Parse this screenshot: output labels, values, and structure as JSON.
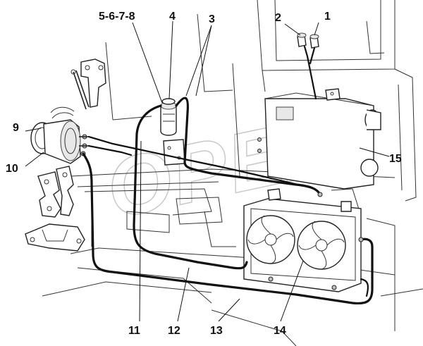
{
  "watermark": "OPEX",
  "callouts": {
    "c1": "1",
    "c2": "2",
    "c3": "3",
    "c4": "4",
    "c5678": "5-6-7-8",
    "c9": "9",
    "c10": "10",
    "c11": "11",
    "c12": "12",
    "c13": "13",
    "c14": "14",
    "c15": "15"
  }
}
